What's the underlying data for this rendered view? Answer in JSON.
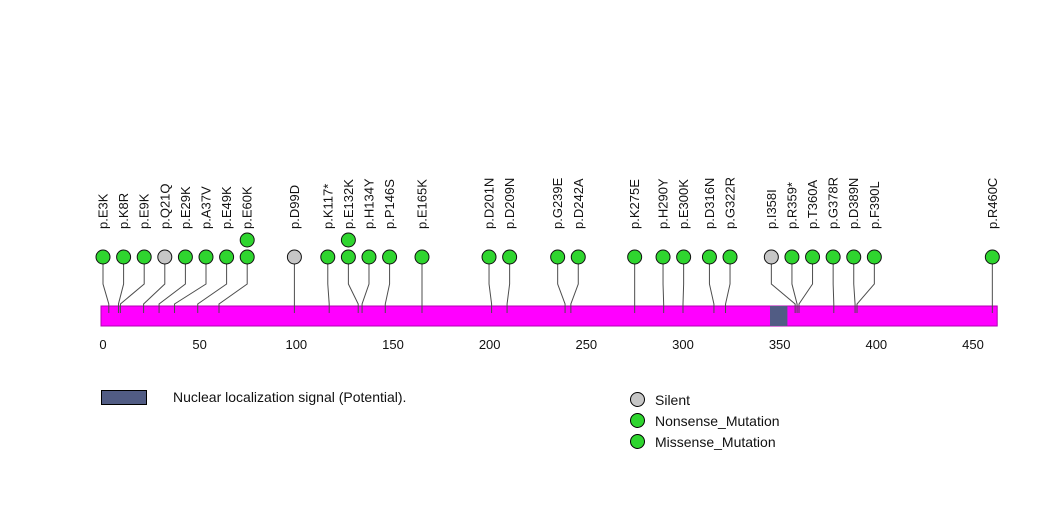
{
  "chart_data": {
    "type": "lollipop",
    "title": "",
    "xlabel": "",
    "xlim": [
      0,
      462
    ],
    "x_ticks": [
      0,
      50,
      100,
      150,
      200,
      250,
      300,
      350,
      400,
      450
    ],
    "bar_color": "#ff00ff",
    "protein": {
      "length": 462,
      "domains": [
        {
          "name": "Nuclear localization signal (Potential).",
          "start": 345,
          "end": 354,
          "color": "#515c84"
        }
      ]
    },
    "mutation_types": [
      {
        "name": "Silent",
        "color": "#c6c6c6"
      },
      {
        "name": "Nonsense_Mutation",
        "color": "#2fd52f"
      },
      {
        "name": "Missense_Mutation",
        "color": "#2fd52f"
      }
    ],
    "mutations": [
      {
        "label": "p.E3K",
        "pos": 3,
        "type": "Missense_Mutation",
        "count": 1
      },
      {
        "label": "p.K8R",
        "pos": 8,
        "type": "Missense_Mutation",
        "count": 1
      },
      {
        "label": "p.E9K",
        "pos": 9,
        "type": "Missense_Mutation",
        "count": 1
      },
      {
        "label": "p.Q21Q",
        "pos": 21,
        "type": "Silent",
        "count": 1
      },
      {
        "label": "p.E29K",
        "pos": 29,
        "type": "Missense_Mutation",
        "count": 1
      },
      {
        "label": "p.A37V",
        "pos": 37,
        "type": "Missense_Mutation",
        "count": 1
      },
      {
        "label": "p.E49K",
        "pos": 49,
        "type": "Missense_Mutation",
        "count": 1
      },
      {
        "label": "p.E60K",
        "pos": 60,
        "type": "Missense_Mutation",
        "count": 2
      },
      {
        "label": "p.D99D",
        "pos": 99,
        "type": "Silent",
        "count": 1
      },
      {
        "label": "p.K117*",
        "pos": 117,
        "type": "Nonsense_Mutation",
        "count": 1
      },
      {
        "label": "p.E132K",
        "pos": 132,
        "type": "Missense_Mutation",
        "count": 2
      },
      {
        "label": "p.H134Y",
        "pos": 134,
        "type": "Missense_Mutation",
        "count": 1
      },
      {
        "label": "p.P146S",
        "pos": 146,
        "type": "Missense_Mutation",
        "count": 1
      },
      {
        "label": "p.E165K",
        "pos": 165,
        "type": "Missense_Mutation",
        "count": 1
      },
      {
        "label": "p.D201N",
        "pos": 201,
        "type": "Missense_Mutation",
        "count": 1
      },
      {
        "label": "p.D209N",
        "pos": 209,
        "type": "Missense_Mutation",
        "count": 1
      },
      {
        "label": "p.G239E",
        "pos": 239,
        "type": "Missense_Mutation",
        "count": 1
      },
      {
        "label": "p.D242A",
        "pos": 242,
        "type": "Missense_Mutation",
        "count": 1
      },
      {
        "label": "p.K275E",
        "pos": 275,
        "type": "Missense_Mutation",
        "count": 1
      },
      {
        "label": "p.H290Y",
        "pos": 290,
        "type": "Missense_Mutation",
        "count": 1
      },
      {
        "label": "p.E300K",
        "pos": 300,
        "type": "Missense_Mutation",
        "count": 1
      },
      {
        "label": "p.D316N",
        "pos": 316,
        "type": "Missense_Mutation",
        "count": 1
      },
      {
        "label": "p.G322R",
        "pos": 322,
        "type": "Missense_Mutation",
        "count": 1
      },
      {
        "label": "p.I358I",
        "pos": 358,
        "type": "Silent",
        "count": 1
      },
      {
        "label": "p.R359*",
        "pos": 359,
        "type": "Nonsense_Mutation",
        "count": 1
      },
      {
        "label": "p.T360A",
        "pos": 360,
        "type": "Missense_Mutation",
        "count": 1
      },
      {
        "label": "p.G378R",
        "pos": 378,
        "type": "Missense_Mutation",
        "count": 1
      },
      {
        "label": "p.D389N",
        "pos": 389,
        "type": "Missense_Mutation",
        "count": 1
      },
      {
        "label": "p.F390L",
        "pos": 390,
        "type": "Missense_Mutation",
        "count": 1
      },
      {
        "label": "p.R460C",
        "pos": 460,
        "type": "Missense_Mutation",
        "count": 1
      }
    ]
  }
}
